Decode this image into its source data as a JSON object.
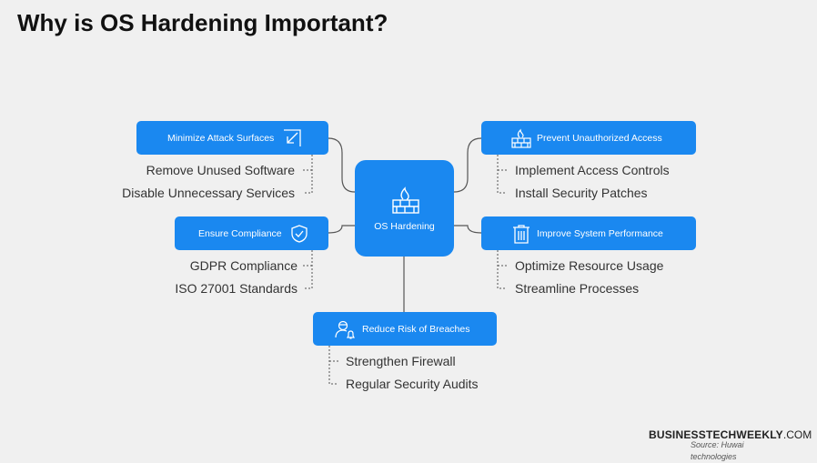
{
  "title": "Why is OS Hardening Important?",
  "center": {
    "label": "OS Hardening",
    "icon": "firewall-icon"
  },
  "branches": [
    {
      "label": "Minimize Attack Surfaces",
      "icon": "shrink-arrow-icon",
      "items": [
        "Remove Unused Software",
        "Disable Unnecessary Services"
      ]
    },
    {
      "label": "Ensure Compliance",
      "icon": "shield-check-icon",
      "items": [
        "GDPR Compliance",
        "ISO 27001 Standards"
      ]
    },
    {
      "label": "Prevent Unauthorized Access",
      "icon": "firewall-icon",
      "items": [
        "Implement Access Controls",
        "Install Security Patches"
      ]
    },
    {
      "label": "Improve System Performance",
      "icon": "trash-icon",
      "items": [
        "Optimize Resource Usage",
        "Streamline Processes"
      ]
    },
    {
      "label": "Reduce Risk of Breaches",
      "icon": "user-alert-icon",
      "items": [
        "Strengthen Firewall",
        "Regular Security Audits"
      ]
    }
  ],
  "footer": {
    "brand_bold": "BUSINESSTECHWEEKLY",
    "brand_suffix": ".COM",
    "source": "Source: Huwai technologies"
  },
  "colors": {
    "accent": "#1a88f0",
    "connector": "#555555",
    "background": "#f0f0f0"
  }
}
